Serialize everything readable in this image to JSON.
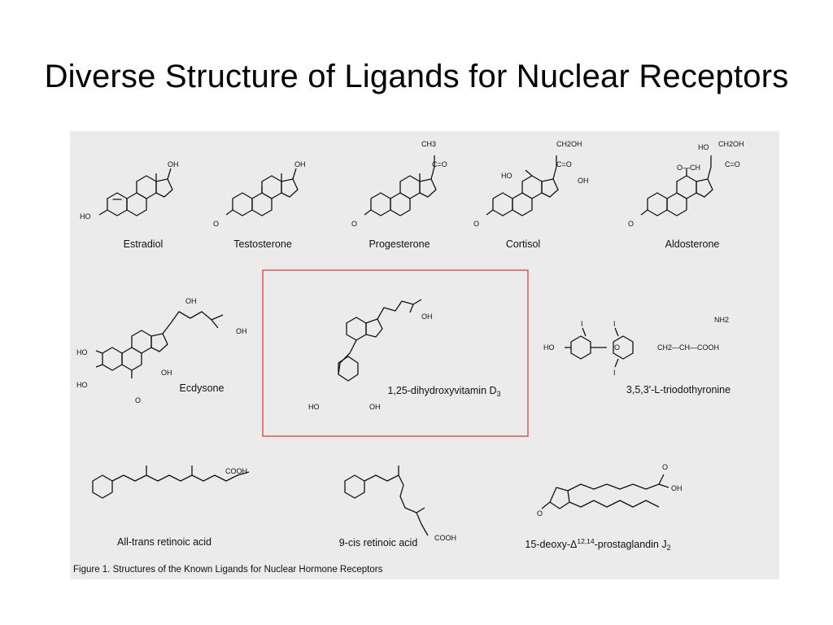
{
  "slide": {
    "title": "Diverse Structure of Ligands for Nuclear Receptors"
  },
  "figure": {
    "caption": "Figure 1.  Structures of the Known Ligands for Nuclear Hormone Receptors",
    "highlight_color": "#e03030",
    "background_color": "#ebebeb",
    "compounds": [
      {
        "name": "Estradiol"
      },
      {
        "name": "Testosterone"
      },
      {
        "name": "Progesterone"
      },
      {
        "name": "Cortisol"
      },
      {
        "name": "Aldosterone"
      },
      {
        "name": "Ecdysone"
      },
      {
        "name": "1,25-dihydroxyvitamin D",
        "subscript": "3"
      },
      {
        "name": "3,5,3'-L-triodothyronine"
      },
      {
        "name": "All-trans retinoic acid"
      },
      {
        "name": "9-cis retinoic acid"
      },
      {
        "name_prefix": "15-deoxy-Δ",
        "superscript": "12,14",
        "name_suffix": "-prostaglandin J",
        "subscript": "2"
      }
    ],
    "atom_labels": {
      "oh": "OH",
      "ho": "HO",
      "o": "O",
      "ch3": "CH3",
      "c_eq_o": "C=O",
      "ch2oh": "CH2OH",
      "ho_ch": "HO",
      "o_ch": "O—CH",
      "nh2": "NH2",
      "i": "I",
      "ch2_ch_cooh": "CH2—CH—COOH",
      "cooh": "COOH"
    }
  }
}
